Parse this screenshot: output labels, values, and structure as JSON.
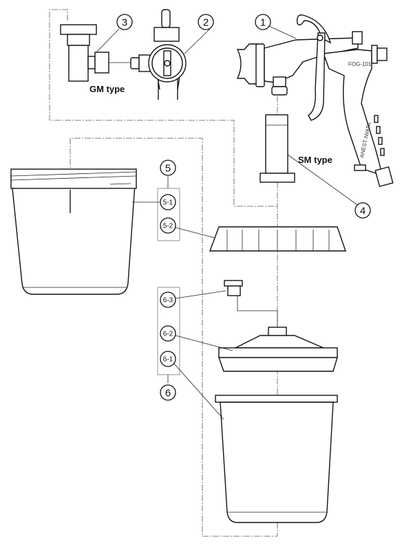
{
  "diagram": {
    "labels": {
      "gm_type": "GM  type",
      "sm_type": "SM  type"
    },
    "gun_markings": {
      "model": "FOG-101",
      "brand": "ANEST IWATA"
    },
    "callouts": {
      "c1": "1",
      "c2": "2",
      "c3": "3",
      "c4": "4",
      "c5": "5",
      "c6": "6",
      "c5_1": "5-1",
      "c5_2": "5-2",
      "c6_1": "6-1",
      "c6_2": "6-2",
      "c6_3": "6-3"
    }
  }
}
